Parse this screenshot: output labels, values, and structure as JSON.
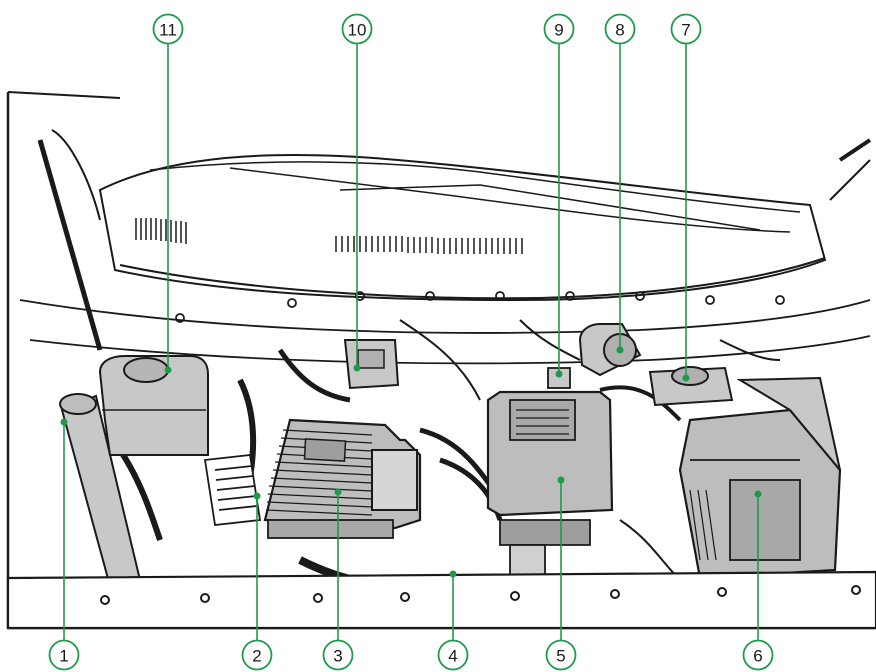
{
  "colors": {
    "callout_ring": "#1f9a4c",
    "callout_dot": "#1f9a4c",
    "leader_line": "#1f9a4c",
    "line_art": "#1a1a1a",
    "module_fill": "#bdbdbd",
    "reservoir_fill": "#c8c8c8",
    "background": "#ffffff"
  },
  "callouts": [
    {
      "id": "c1",
      "label": "1"
    },
    {
      "id": "c2",
      "label": "2"
    },
    {
      "id": "c3",
      "label": "3"
    },
    {
      "id": "c4",
      "label": "4"
    },
    {
      "id": "c5",
      "label": "5"
    },
    {
      "id": "c6",
      "label": "6"
    },
    {
      "id": "c7",
      "label": "7"
    },
    {
      "id": "c8",
      "label": "8"
    },
    {
      "id": "c9",
      "label": "9"
    },
    {
      "id": "c10",
      "label": "10"
    },
    {
      "id": "c11",
      "label": "11"
    }
  ]
}
